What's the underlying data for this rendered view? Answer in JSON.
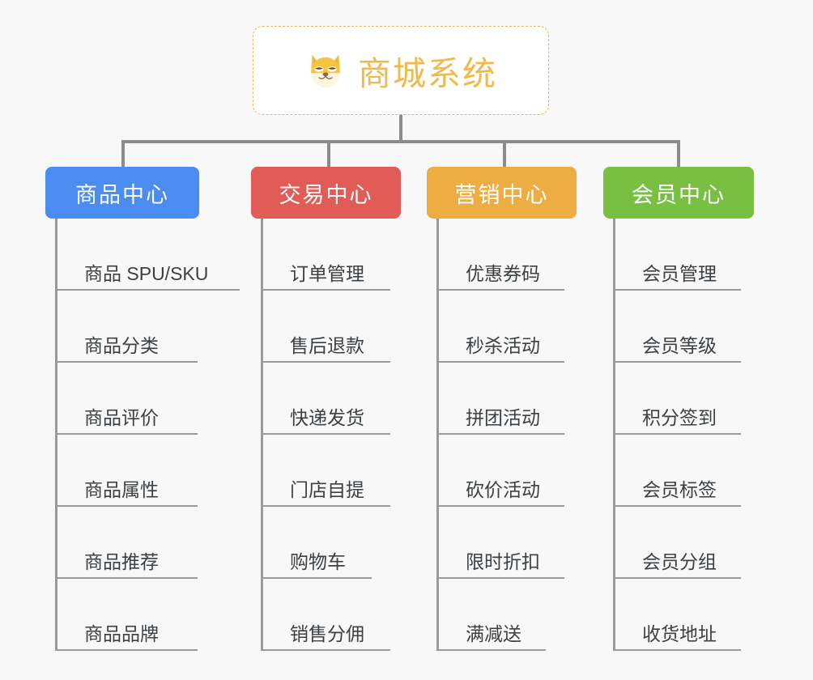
{
  "page": {
    "background": "#f8f8f8",
    "line_color": "#8c8c8c"
  },
  "root": {
    "title": "商城系统",
    "icon": "shiba-dog-face-emoji",
    "border_color": "#e8b860",
    "text_color": "#f0b948"
  },
  "categories": [
    {
      "label": "商品中心",
      "color": "#4a8cf0",
      "items": [
        "商品 SPU/SKU",
        "商品分类",
        "商品评价",
        "商品属性",
        "商品推荐",
        "商品品牌"
      ]
    },
    {
      "label": "交易中心",
      "color": "#e15b57",
      "items": [
        "订单管理",
        "售后退款",
        "快递发货",
        "门店自提",
        "购物车",
        "销售分佣"
      ]
    },
    {
      "label": "营销中心",
      "color": "#edad43",
      "items": [
        "优惠券码",
        "秒杀活动",
        "拼团活动",
        "砍价活动",
        "限时折扣",
        "满减送"
      ]
    },
    {
      "label": "会员中心",
      "color": "#79bf41",
      "items": [
        "会员管理",
        "会员等级",
        "积分签到",
        "会员标签",
        "会员分组",
        "收货地址"
      ]
    }
  ]
}
